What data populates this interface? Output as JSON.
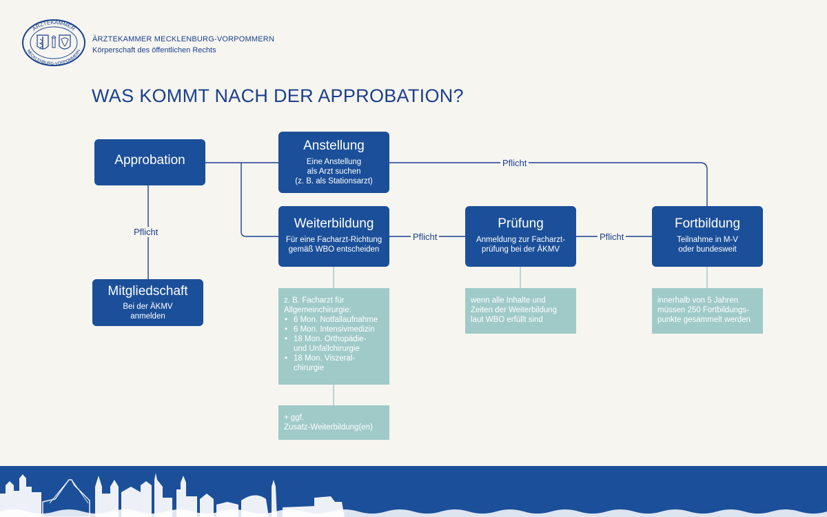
{
  "header": {
    "logo_text_top": "ÄRZTEKAMMER",
    "logo_text_bottom": "MECKLENBURG-VORPOMMERN",
    "org_name": "ÄRZTEKAMMER MECKLENBURG-VORPOMMERN",
    "org_subtitle": "Körperschaft des öffentlichen Rechts"
  },
  "title": "WAS KOMMT NACH DER APPROBATION?",
  "nodes": {
    "approbation": {
      "title": "Approbation"
    },
    "mitgliedschaft": {
      "title": "Mitgliedschaft",
      "desc": [
        "Bei der ÄKMV",
        "anmelden"
      ]
    },
    "anstellung": {
      "title": "Anstellung",
      "desc": [
        "Eine Anstellung",
        "als Arzt suchen",
        "(z. B. als Stationsarzt)"
      ]
    },
    "weiterbildung": {
      "title": "Weiterbildung",
      "desc": [
        "Für eine Facharzt-Richtung",
        "gemäß WBO entscheiden"
      ]
    },
    "pruefung": {
      "title": "Prüfung",
      "desc": [
        "Anmeldung zur Facharzt-",
        "prüfung bei der ÄKMV"
      ]
    },
    "fortbildung": {
      "title": "Fortbildung",
      "desc": [
        "Teilnahme in M-V",
        "oder bundesweit"
      ]
    }
  },
  "notes": {
    "weiterbildung": {
      "intro": [
        "z. B. Facharzt für",
        "Allgemeinchirurgie:"
      ],
      "items": [
        [
          "6 Mon. Notfallaufnahme"
        ],
        [
          "6 Mon. Intensivmedizin"
        ],
        [
          "18 Mon. Orthopädie-",
          "und Unfallchirurgie"
        ],
        [
          "18 Mon. Viszeral-",
          "chirurgie"
        ]
      ]
    },
    "zusatz": [
      "+ ggf.",
      "Zusatz-Weiterbildung(en)"
    ],
    "pruefung": [
      "wenn alle Inhalte und",
      "Zeiten der Weiterbildung",
      "laut WBO erfüllt sind"
    ],
    "fortbildung": [
      "innerhalb von 5 Jahren",
      "müssen 250 Fortbildungs-",
      "punkte gesammelt werden"
    ]
  },
  "edge_labels": {
    "approbation_mitgliedschaft": "Pflicht",
    "anstellung_fortbildung": "Pflicht",
    "weiterbildung_pruefung": "Pflicht",
    "pruefung_fortbildung": "Pflicht"
  },
  "colors": {
    "background": "#f6f5f0",
    "dark_blue": "#1b4f99",
    "teal": "#9fcac8",
    "text": "#1a3f8c",
    "footer": "#1b4f99"
  }
}
